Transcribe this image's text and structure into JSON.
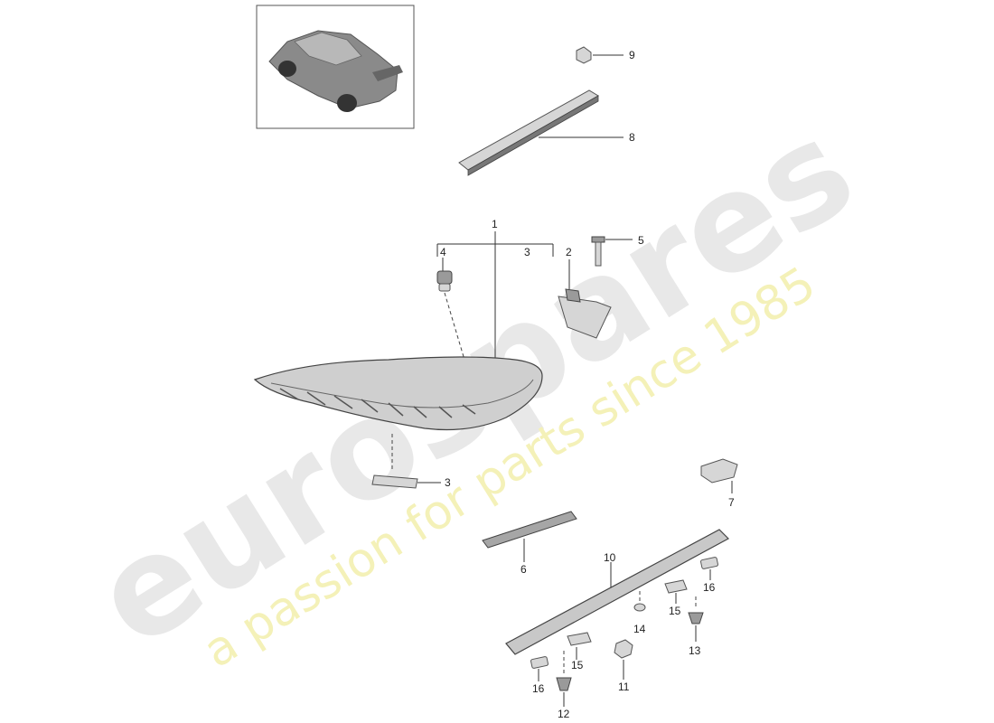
{
  "watermark": {
    "brand": "eurospares",
    "tagline": "a passion for parts since 1985"
  },
  "callouts": [
    {
      "id": "c9",
      "label": "9"
    },
    {
      "id": "c8",
      "label": "8"
    },
    {
      "id": "c1",
      "label": "1"
    },
    {
      "id": "c5",
      "label": "5"
    },
    {
      "id": "c4",
      "label": "4"
    },
    {
      "id": "c3a",
      "label": "3"
    },
    {
      "id": "c2",
      "label": "2"
    },
    {
      "id": "c3b",
      "label": "3"
    },
    {
      "id": "c7",
      "label": "7"
    },
    {
      "id": "c6",
      "label": "6"
    },
    {
      "id": "c10",
      "label": "10"
    },
    {
      "id": "c16a",
      "label": "16"
    },
    {
      "id": "c15a",
      "label": "15"
    },
    {
      "id": "c14",
      "label": "14"
    },
    {
      "id": "c13",
      "label": "13"
    },
    {
      "id": "c15b",
      "label": "15"
    },
    {
      "id": "c11",
      "label": "11"
    },
    {
      "id": "c16b",
      "label": "16"
    },
    {
      "id": "c12",
      "label": "12"
    }
  ]
}
